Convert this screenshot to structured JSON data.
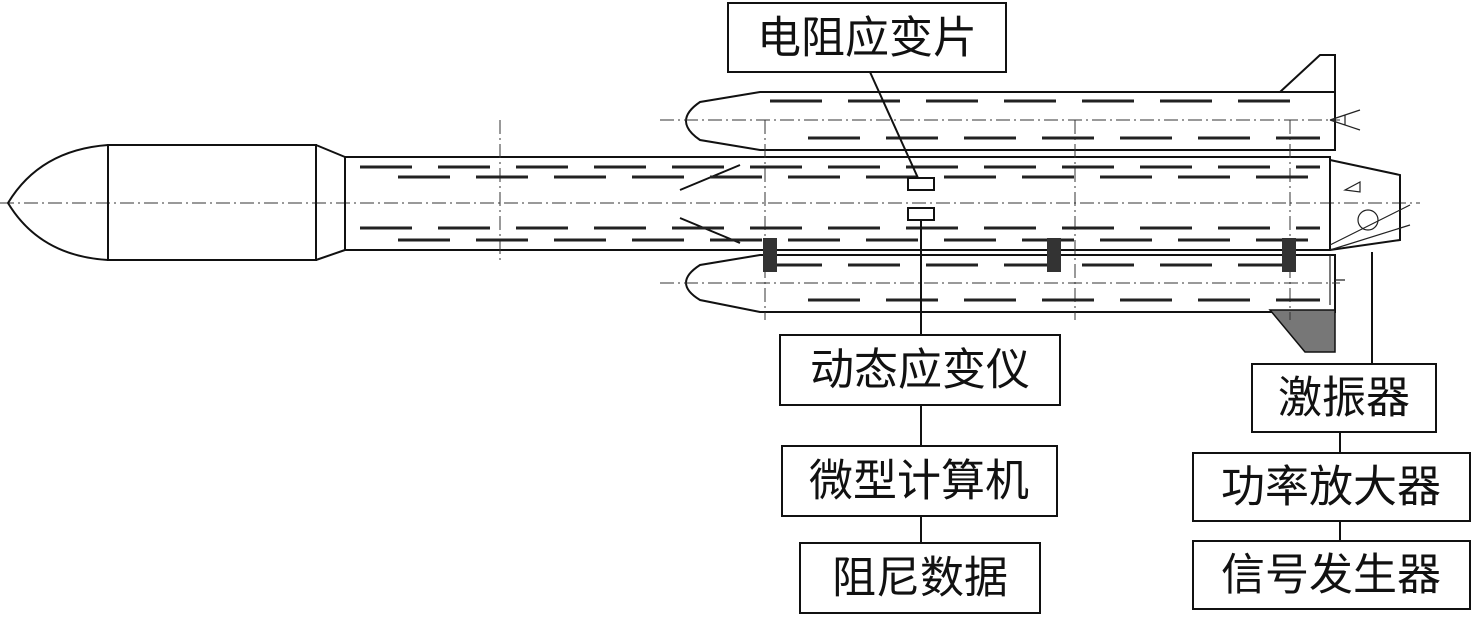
{
  "labels": {
    "strain_gauge": "电阻应变片",
    "dynamic_strain_meter": "动态应变仪",
    "microcomputer": "微型计算机",
    "damping_data": "阻尼数据",
    "exciter": "激振器",
    "power_amplifier": "功率放大器",
    "signal_generator": "信号发生器"
  }
}
